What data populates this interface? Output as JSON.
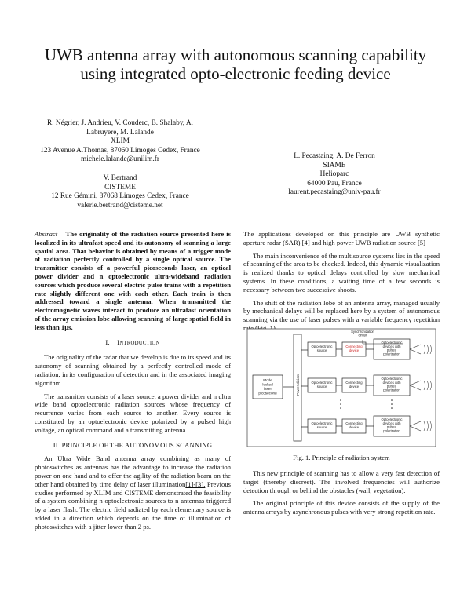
{
  "paper": {
    "title": "UWB antenna array with autonomous scanning capability using integrated opto-electronic feeding device",
    "authors_left": {
      "names_line1": "R. Négrier, J. Andrieu, V. Couderc, B. Shalaby, A.",
      "names_line2": "Labruyere, M. Lalande",
      "institution": "XLIM",
      "address": "123 Avenue A.Thomas, 87060 Limoges Cedex, France",
      "email": "michele.lalande@unilim.fr"
    },
    "authors_left2": {
      "names": "V. Bertrand",
      "institution": "CISTEME",
      "address": "12 Rue Gémini, 87068 Limoges Cedex, France",
      "email": "valerie.bertrand@cisteme.net"
    },
    "authors_right": {
      "names": "L. Pecastaing, A. De Ferron",
      "institution": "SIAME",
      "place": "Helioparc",
      "address": "64000 Pau, France",
      "email": "laurent.pecastaing@univ-pau.fr"
    },
    "abstract_lead": "Abstract—",
    "abstract_text": " The originality of the radiation source presented here is localized in its ultrafast speed and its autonomy of scanning a large spatial area. That behavior is obtained by means of a trigger mode of radiation perfectly controlled by a single optical source. The transmitter consists of a powerful picoseconds laser, an optical power divider and n optoelectronic ultra-wideband radiation sources which produce several electric pulse trains with a repetition rate slightly different one with each other. Each train is then addressed toward a single antenna. When transmitted the electromagnetic waves interact to produce an ultrafast orientation of the array emission lobe allowing scanning of large spatial field in less than 1µs.",
    "sec1_num": "I.",
    "sec1_first": "I",
    "sec1_rest": "NTRODUCTION",
    "intro_p1": "The originality of the radar that we develop is due to its speed and its autonomy of scanning obtained by a perfectly controlled mode of radiation, in its configuration of detection and in the associated imaging algorithm.",
    "intro_p2": "The transmitter consists of a laser source, a power divider and n ultra wide band optoelectronic radiation sources whose frequency of recurrence varies from each source to another. Every source is constituted by an optoelectronic device polarized by a pulsed high voltage, an optical command and a transmitting antenna.",
    "sec2_title": "II.    PRINCIPLE OF THE AUTONOMOUS SCANNING",
    "sec2_p1_a": "An Ultra Wide Band antenna array combining as many of photoswitches as antennas has the advantage to increase the radiation power on one hand and to offer the agility of the radiation beam on the other hand obtained by time delay of laser illumination",
    "sec2_p1_cite": "[1]-[3].",
    "sec2_p1_b": " Previous studies performed by XLIM and CISTEME demonstrated the feasibility of a system combining n optoelectronic sources to n antennas triggered by a laser flash. The electric field radiated by each elementary source is added in a direction which depends on the time of illumination of photoswitches with a jitter lower than 2 ps.",
    "right_p1_a": "The applications developed on this principle are UWB synthetic aperture radar (SAR) [4] and high power UWB radiation source ",
    "right_p1_cite": "[5]",
    "right_p2": "The main inconvenience of the multisource systems lies in the speed of scanning of the area to be checked. Indeed, this dynamic visualization is realized thanks to optical delays controlled by slow mechanical systems. In these conditions, a waiting time of a few seconds is necessary between two successive shoots.",
    "right_p3": "The shift of the radiation lobe of an antenna array, managed usually by mechanical delays will be replaced here by a system of autonomous scanning via the use of laser pulses with a variable frequency repetition rate (Fig. 1).",
    "fig_caption": "Fig. 1.  Principle of radiation system",
    "right_p4": "This new principle of scanning has to allow a very fast detection of target (thereby discreet). The involved frequencies will authorize detection through or behind the obstacles (wall, vegetation).",
    "right_p5": "The original principle of this device consists of the supply of the antenna arrays by asynchronous pulses with very strong repetition rate."
  },
  "figure": {
    "laser_label": [
      "Mode",
      "locked",
      "laser",
      "picosecond"
    ],
    "divider_label": "Power divider",
    "row_texts": [
      {
        "a": [
          "Optoelectronic",
          "source"
        ],
        "b": [
          "Connecting",
          "device"
        ],
        "c": [
          "Optoelectronic",
          "devices with",
          "pulsed",
          "polarization"
        ]
      },
      {
        "a": [
          "Optoelectronic",
          "source"
        ],
        "b": [
          "Connecting",
          "device"
        ],
        "c": [
          "Optoelectronic",
          "devices with",
          "pulsed",
          "polarization"
        ]
      },
      {
        "a": [
          "Optoelectronic",
          "source"
        ],
        "b": [
          "Connecting",
          "device"
        ],
        "c": [
          "Optoelectronic",
          "devices with",
          "pulsed",
          "polarization"
        ]
      }
    ],
    "top_label": [
      "Synchronization",
      "circuit"
    ],
    "colors": {
      "highlight": "#cc2222",
      "line": "#222222"
    }
  }
}
